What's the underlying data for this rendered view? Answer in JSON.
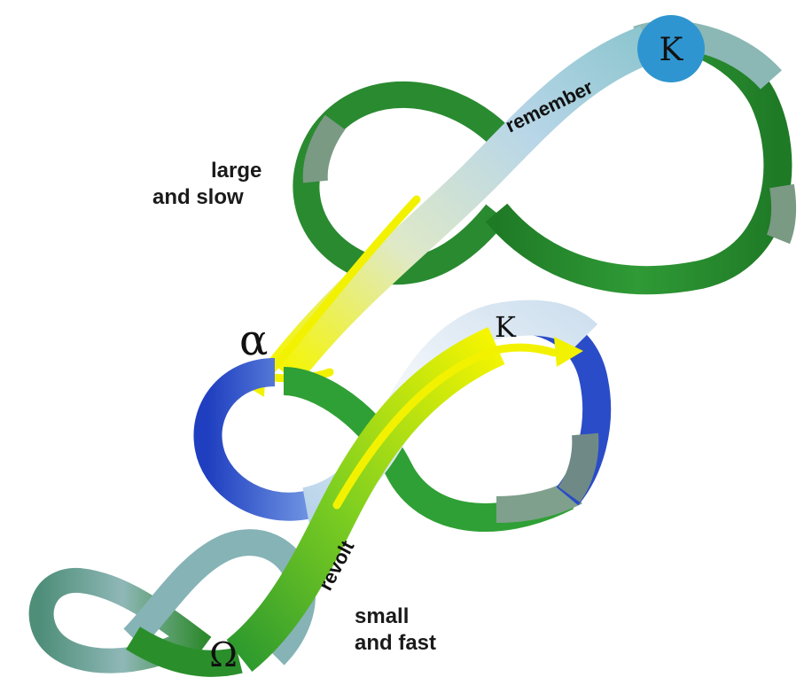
{
  "labels": {
    "large_line1": "large",
    "large_line2": "and  slow",
    "small_line1": "small",
    "small_line2": "and fast",
    "remember": "remember",
    "revolt": "revolt",
    "kappa_top": "K",
    "kappa_mid": "K",
    "alpha": "α",
    "omega": "Ω"
  },
  "colors": {
    "ring_green": "#2e8f2e",
    "ring_green_light": "#4cb84c",
    "ring_teal": "#6fa7a0",
    "ring_blue": "#2848c8",
    "ring_pale": "#dbe6ee",
    "arrow_yellow": "#f2f200",
    "kappa_circle": "#2f95d0"
  },
  "icons": {
    "alpha_arrow": "arrow-left",
    "kappa_arrow": "arrow-right"
  }
}
